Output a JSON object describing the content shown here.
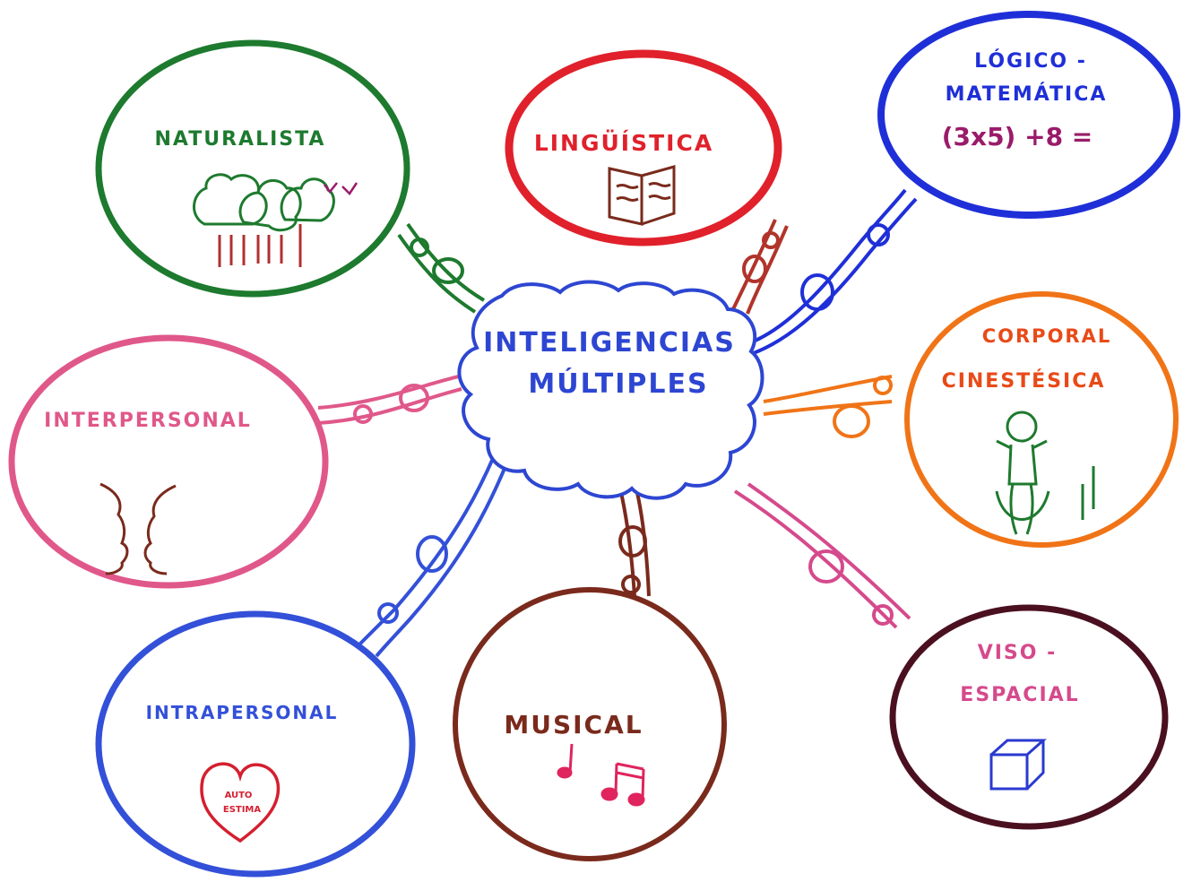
{
  "center": {
    "line1": "INTELIGENCIAS",
    "line2": "MÚLTIPLES",
    "color": "#2d46d2"
  },
  "nodes": {
    "naturalista": {
      "label": "NATURALISTA",
      "color": "#1d7a2e"
    },
    "linguistica": {
      "label": "LINGÜÍSTICA",
      "color": "#e0212b"
    },
    "logico": {
      "line1": "LÓGICO -",
      "line2": "MATEMÁTICA",
      "formula": "(3x5) +8 =",
      "color": "#1f2fd8",
      "formula_color": "#9a1b6a"
    },
    "corporal": {
      "line1": "CORPORAL",
      "line2": "CINESTÉSICA",
      "color": "#f07417"
    },
    "interpersonal": {
      "label": "INTERPERSONAL",
      "color": "#e0588a"
    },
    "intrapersonal": {
      "label": "INTRAPERSONAL",
      "heart_line1": "AUTO",
      "heart_line2": "ESTIMA",
      "color": "#3350d8",
      "heart_color": "#d41f2f"
    },
    "musical": {
      "label": "MUSICAL",
      "color": "#7a2a1c",
      "notes_color": "#e0245e"
    },
    "viso": {
      "line1": "VISO -",
      "line2": "ESPACIAL",
      "color": "#4a1020",
      "line_color": "#d54a8c",
      "cube_color": "#2a3ad0"
    }
  }
}
